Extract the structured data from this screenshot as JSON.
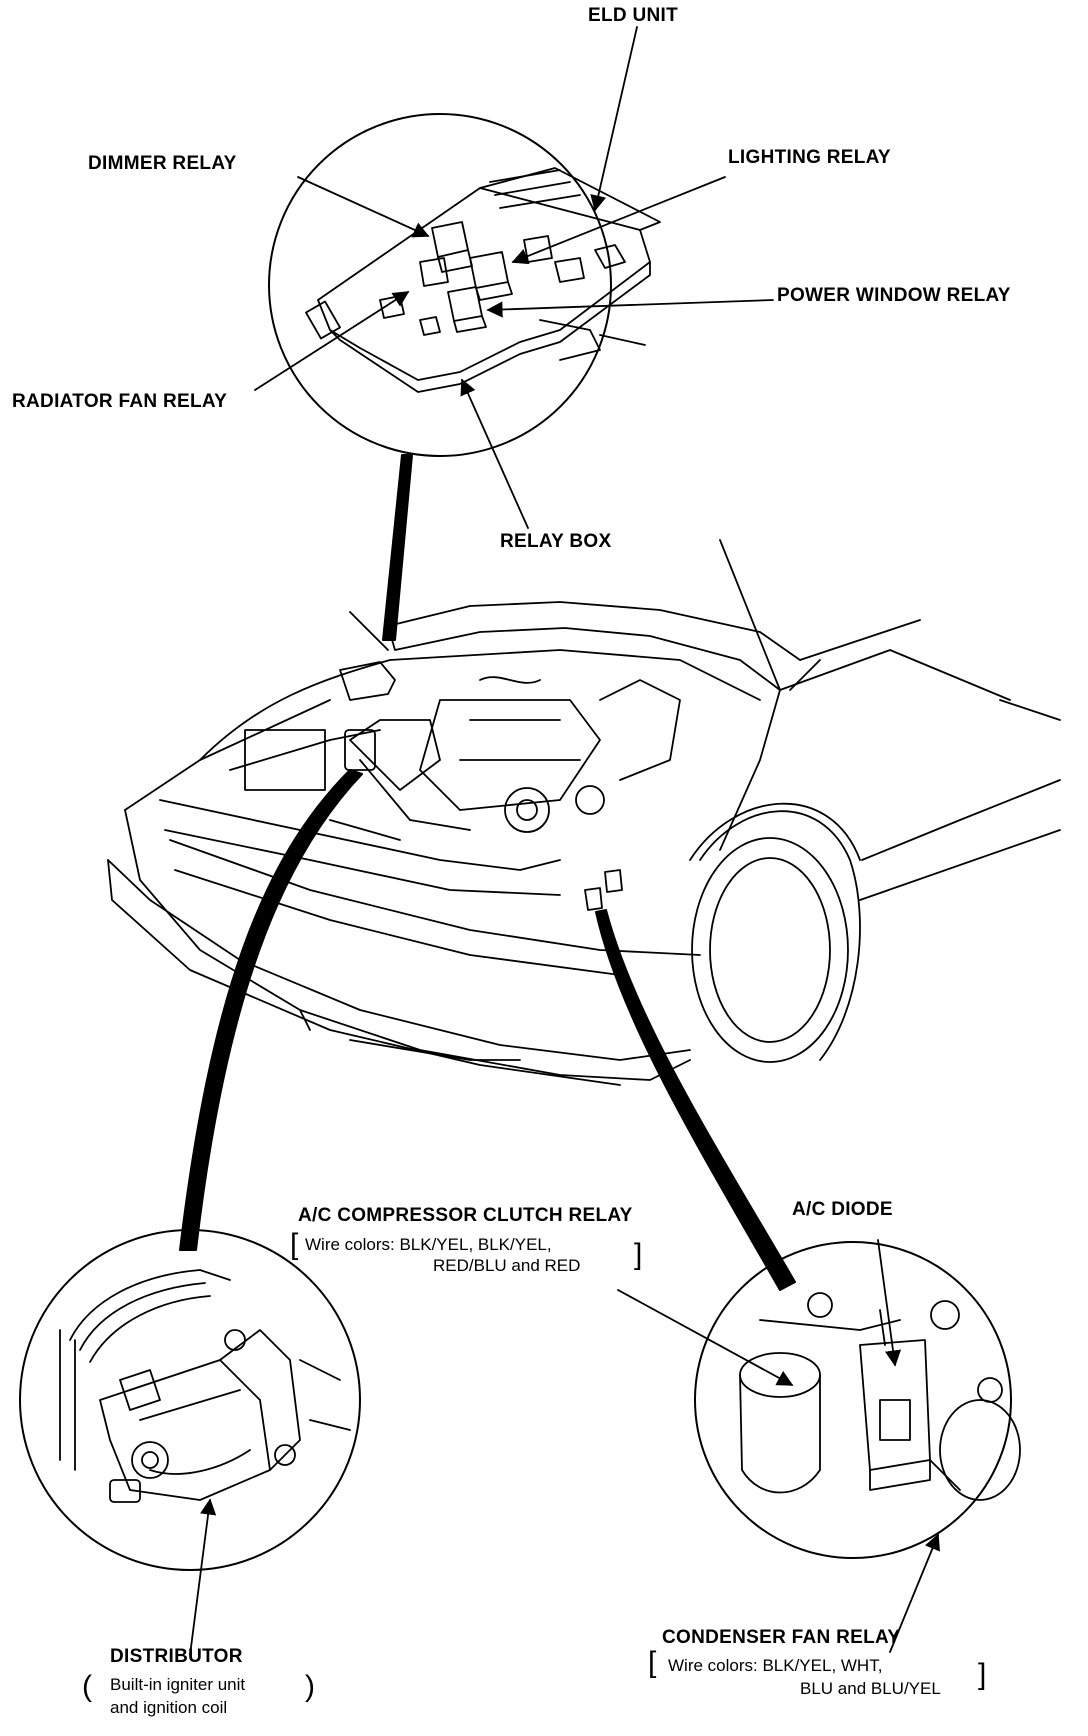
{
  "labels": {
    "eld_unit": "ELD UNIT",
    "dimmer_relay": "DIMMER RELAY",
    "lighting_relay": "LIGHTING RELAY",
    "power_window_relay": "POWER WINDOW RELAY",
    "radiator_fan_relay": "RADIATOR FAN RELAY",
    "relay_box": "RELAY BOX",
    "ac_compressor_clutch_relay": "A/C COMPRESSOR CLUTCH RELAY",
    "ac_compressor_wire_line1": "Wire colors: BLK/YEL, BLK/YEL,",
    "ac_compressor_wire_line2": "RED/BLU and RED",
    "ac_diode": "A/C DIODE",
    "distributor": "DISTRIBUTOR",
    "distributor_note_line1": "Built-in igniter unit",
    "distributor_note_line2": "and ignition coil",
    "condenser_fan_relay": "CONDENSER FAN RELAY",
    "condenser_wire_line1": "Wire colors: BLK/YEL, WHT,",
    "condenser_wire_line2": "BLU and BLU/YEL"
  },
  "colors": {
    "ink": "#000000",
    "paper": "#ffffff"
  }
}
